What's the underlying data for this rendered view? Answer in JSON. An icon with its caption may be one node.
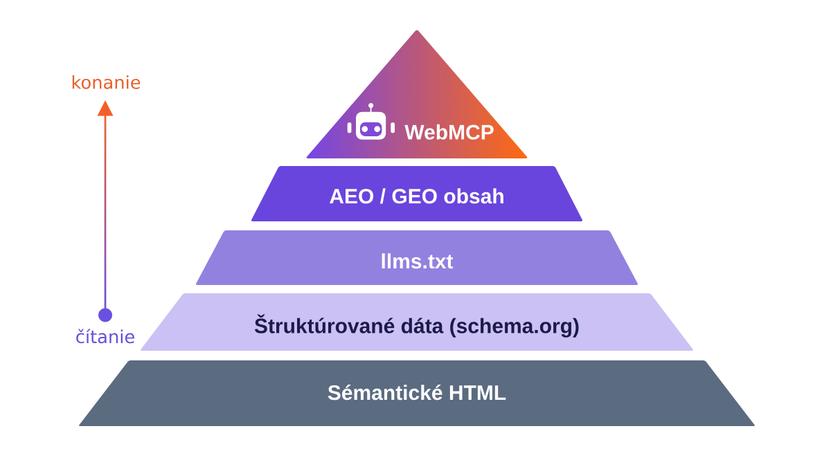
{
  "diagram": {
    "nodes": [
      {
        "text": [
          "WebMCP"
        ]
      },
      {
        "text": [
          "AEO / GEO obsah"
        ]
      },
      {
        "text": [
          "llms.txt"
        ]
      },
      {
        "text": [
          "Štruktúrované dáta (schema.org)"
        ]
      },
      {
        "text": [
          "Sémantické HTML"
        ]
      }
    ],
    "labels": [
      "konanie",
      "čítanie"
    ]
  }
}
